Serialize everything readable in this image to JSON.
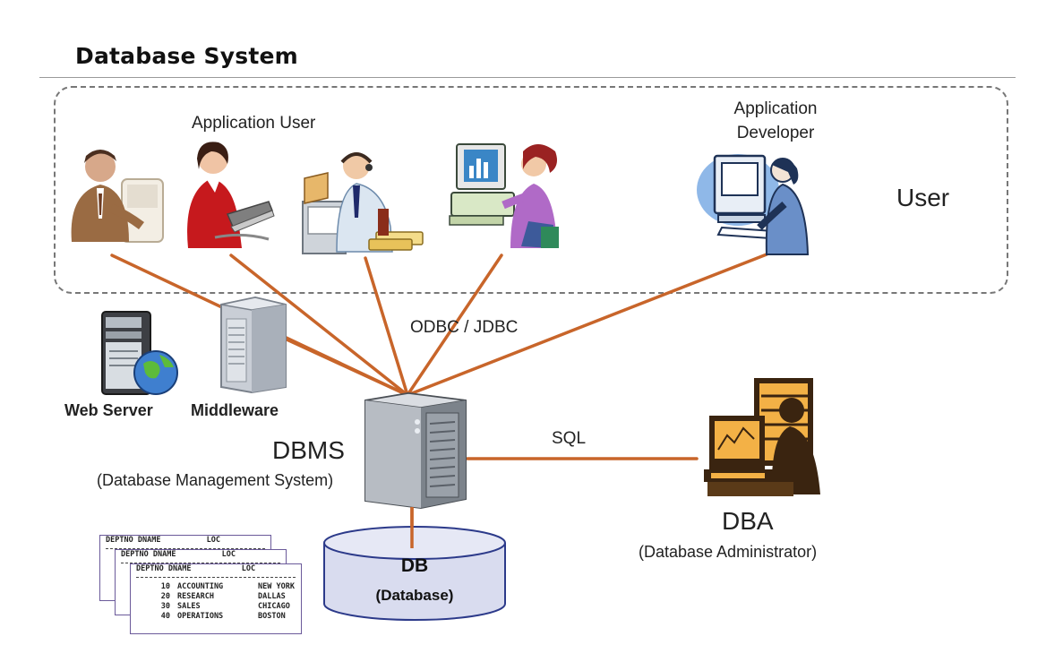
{
  "title": "Database System",
  "labels": {
    "application_user": "Application  User",
    "application_developer_line1": "Application",
    "application_developer_line2": "Developer",
    "user": "User",
    "odbc_jdbc": "ODBC / JDBC",
    "web_server": "Web Server",
    "middleware": "Middleware",
    "dbms": "DBMS",
    "dbms_full": "(Database Management System)",
    "sql": "SQL",
    "dba": "DBA",
    "dba_full": "(Database  Administrator)",
    "db": "DB",
    "db_full": "(Database)"
  },
  "tables": {
    "header": [
      "DEPTNO",
      "DNAME",
      "LOC"
    ],
    "rows": [
      [
        "10",
        "ACCOUNTING",
        "NEW YORK"
      ],
      [
        "20",
        "RESEARCH",
        "DALLAS"
      ],
      [
        "30",
        "SALES",
        "CHICAGO"
      ],
      [
        "40",
        "OPERATIONS",
        "BOSTON"
      ]
    ]
  },
  "colors": {
    "connector": "#c8652a",
    "dashed_border": "#777777",
    "db_fill": "#d9dcef",
    "db_stroke": "#2c3a8a"
  },
  "icons": [
    "businessman-computer-icon",
    "woman-laptop-icon",
    "man-headset-icon",
    "woman-desktop-icon",
    "developer-computer-icon",
    "web-server-icon",
    "middleware-server-icon",
    "dbms-server-icon",
    "dba-silhouette-icon",
    "database-cylinder-icon",
    "table-printout-icon"
  ]
}
